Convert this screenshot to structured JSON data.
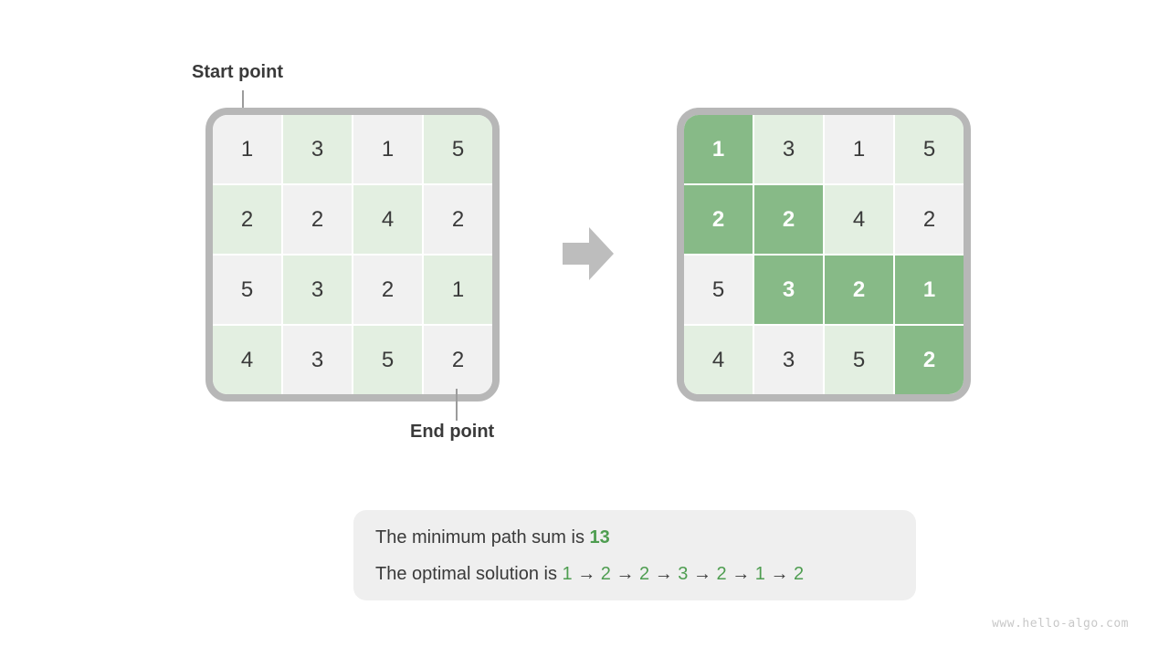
{
  "labels": {
    "start_point": "Start point",
    "end_point": "End point"
  },
  "grid": {
    "rows": 4,
    "cols": 4,
    "values": [
      [
        1,
        3,
        1,
        5
      ],
      [
        2,
        2,
        4,
        2
      ],
      [
        5,
        3,
        2,
        1
      ],
      [
        4,
        3,
        5,
        2
      ]
    ],
    "path_cells": [
      [
        0,
        0
      ],
      [
        1,
        0
      ],
      [
        1,
        1
      ],
      [
        2,
        1
      ],
      [
        2,
        2
      ],
      [
        2,
        3
      ],
      [
        3,
        3
      ]
    ]
  },
  "result_box": {
    "line1_prefix": "The minimum path sum is ",
    "min_path_sum": "13",
    "line2_prefix": "The optimal solution is ",
    "solution_sequence": [
      "1",
      "2",
      "2",
      "3",
      "2",
      "1",
      "2"
    ],
    "sequence_separator": "→"
  },
  "watermark": "www.hello-algo.com",
  "icons": {
    "transform_arrow": "right-block-arrow"
  },
  "colors": {
    "cell_light_gray": "#f1f1f1",
    "cell_light_green": "#e3efe1",
    "cell_highlight_green": "#87ba87",
    "grid_border": "#b7b7b7",
    "arrow_gray": "#bdbdbd",
    "result_box_bg": "#efefef",
    "text_dark": "#3a3a3a",
    "text_green": "#4e9d50",
    "pointer_line": "#9c9c9c",
    "watermark_gray": "#c8c8c8"
  }
}
